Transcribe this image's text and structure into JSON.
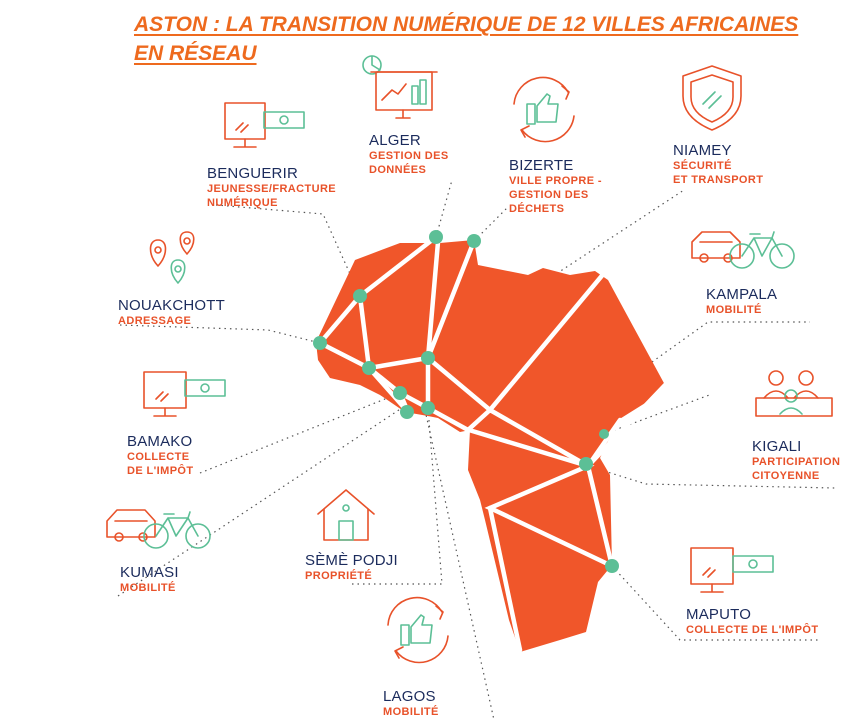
{
  "title": {
    "line1": "ASTON : LA TRANSITION NUMÉRIQUE DE 12 VILLES AFRICAINES",
    "line2": "EN RÉSEAU"
  },
  "colors": {
    "map": "#f0562a",
    "nodes": "#5cbf96",
    "accent": "#e8522a",
    "city_name": "#1b2b5c"
  },
  "cities": [
    {
      "name": "ALGER",
      "theme": [
        "GESTION DES",
        "DONNÉES"
      ],
      "icon": "presentation-chart-icon"
    },
    {
      "name": "BIZERTE",
      "theme": [
        "VILLE PROPRE -",
        "GESTION DES",
        "DÉCHETS"
      ],
      "icon": "thumbs-up-recycle-icon"
    },
    {
      "name": "NIAMEY",
      "theme": [
        "SÉCURITÉ",
        "ET TRANSPORT"
      ],
      "icon": "shield-icon"
    },
    {
      "name": "BENGUERIR",
      "theme": [
        "JEUNESSE/FRACTURE",
        "NUMÉRIQUE"
      ],
      "icon": "monitor-banknote-icon"
    },
    {
      "name": "NOUAKCHOTT",
      "theme": [
        "ADRESSAGE"
      ],
      "icon": "location-pins-icon"
    },
    {
      "name": "KAMPALA",
      "theme": [
        "MOBILITÉ"
      ],
      "icon": "car-bicycle-icon"
    },
    {
      "name": "BAMAKO",
      "theme": [
        "COLLECTE",
        "DE L'IMPÔT"
      ],
      "icon": "monitor-banknote-icon"
    },
    {
      "name": "KIGALI",
      "theme": [
        "PARTICIPATION",
        "CITOYENNE"
      ],
      "icon": "citizens-group-icon"
    },
    {
      "name": "KUMASI",
      "theme": [
        "MOBILITÉ"
      ],
      "icon": "car-bicycle-icon"
    },
    {
      "name": "SÈMÈ PODJI",
      "theme": [
        "PROPRIÉTÉ"
      ],
      "icon": "house-icon"
    },
    {
      "name": "MAPUTO",
      "theme": [
        "COLLECTE DE L'IMPÔT"
      ],
      "icon": "monitor-banknote-icon"
    },
    {
      "name": "LAGOS",
      "theme": [
        "MOBILITÉ"
      ],
      "icon": "thumbs-up-recycle-icon"
    }
  ]
}
